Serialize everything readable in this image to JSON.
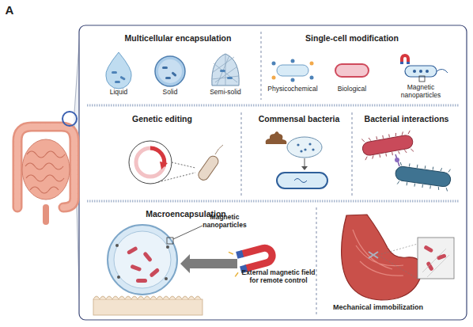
{
  "diagram": {
    "labels": [
      "A",
      "Multicellular encapsulation",
      "Single-cell modification",
      "Liquid",
      "Solid",
      "Semi-solid",
      "Physicochemical",
      "Biological",
      "Magnetic nanoparticles",
      "Genetic editing",
      "Commensal bacteria",
      "Bacterial interactions",
      "Macroencapsulation",
      "Magnetic nanoparticles",
      "External magnetic field for remote control",
      "Mechanical immobilization"
    ]
  }
}
